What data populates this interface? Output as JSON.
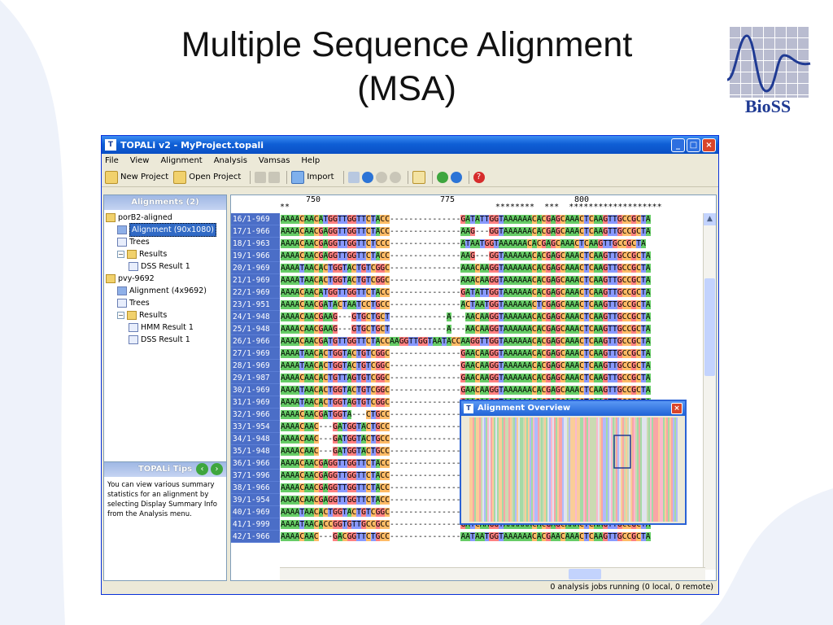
{
  "slide": {
    "title_line1": "Multiple Sequence Alignment",
    "title_line2": "(MSA)",
    "logo_text": "BioSS"
  },
  "window": {
    "title": "TOPALi v2 - MyProject.topali",
    "app_icon": "T"
  },
  "menu": [
    "File",
    "View",
    "Alignment",
    "Analysis",
    "Vamsas",
    "Help"
  ],
  "toolbar": {
    "new_project": "New Project",
    "open_project": "Open Project",
    "import": "Import"
  },
  "left_panel": {
    "header": "Alignments (2)",
    "tree": [
      {
        "label": "porB2-aligned",
        "icon": "folder-icon",
        "indent": 0
      },
      {
        "label": "Alignment (90x1080)",
        "icon": "table-icon",
        "indent": 1,
        "selected": true
      },
      {
        "label": "Trees",
        "icon": "tree-icon",
        "indent": 1
      },
      {
        "label": "Results",
        "icon": "folder-icon",
        "indent": 1,
        "expander": "−"
      },
      {
        "label": "DSS Result 1",
        "icon": "graph-icon",
        "indent": 2
      },
      {
        "label": "pvy-9692",
        "icon": "folder-icon",
        "indent": 0
      },
      {
        "label": "Alignment (4x9692)",
        "icon": "table-icon",
        "indent": 1
      },
      {
        "label": "Trees",
        "icon": "tree-icon",
        "indent": 1
      },
      {
        "label": "Results",
        "icon": "folder-icon",
        "indent": 1,
        "expander": "−"
      },
      {
        "label": "HMM Result 1",
        "icon": "graph-icon",
        "indent": 2
      },
      {
        "label": "DSS Result 1",
        "icon": "graph-icon",
        "indent": 2
      }
    ]
  },
  "tips_panel": {
    "header": "TOPALi Tips",
    "text": "You can view various summary statistics for an alignment by selecting Display Summary Info from the Analysis menu."
  },
  "ruler": {
    "ticks": [
      "750",
      "775",
      "800"
    ],
    "conservation": "**                                          ********  ***  *******************"
  },
  "sequences": [
    {
      "name": "16/1-969",
      "seq": "AAAACAACATGGTTGGTTCTACC---------------GATATTGGTAAAAAACACGAGCAAACTCAAGTTGCCGCTA"
    },
    {
      "name": "17/1-966",
      "seq": "AAAACAACGAGGTTGGTTCTACC---------------AAG---GGTAAAAAACACGAGCAAACTCAAGTTGCCGCTA"
    },
    {
      "name": "18/1-963",
      "seq": "AAAACAACGAGGTTGGTTCTCCC---------------ATAATGGTAAAAAACACGAGCAAACTCAAGTTGCCGCTA"
    },
    {
      "name": "19/1-966",
      "seq": "AAAACAACGAGGTTGGTTCTACC---------------AAG---GGTAAAAAACACGAGCAAACTCAAGTTGCCGCTA"
    },
    {
      "name": "20/1-969",
      "seq": "AAAATAACACTGGTACTGTCGGC---------------AAACAAGGTAAAAAACACGAGCAAACTCAAGTTGCCGCTA"
    },
    {
      "name": "21/1-969",
      "seq": "AAAATAACACTGGTACTGTCGGC---------------AAACAAGGTAAAAAACACGAGCAAACTCAAGTTGCCGCTA"
    },
    {
      "name": "22/1-969",
      "seq": "AAAACAACATGGTTGGTTCTACC---------------GATATTGGTAAAAAACACGAGCAAACTCAAGTTGCCGCTA"
    },
    {
      "name": "23/1-951",
      "seq": "AAAACAACGATACTAATCCTGCC---------------ACTAATGGTAAAAAACTCGAGCAAACTCAAGTTGCCGCTA"
    },
    {
      "name": "24/1-948",
      "seq": "AAAACAACGAAG---GTGCTGCT------------A---AACAAGGTAAAAAACACGAGCAAACTCAAGTTGCCGCTA"
    },
    {
      "name": "25/1-948",
      "seq": "AAAACAACGAAG---GTGCTGCT------------A---AACAAGGTAAAAAACACGAGCAAACTCAAGTTGCCGCTA"
    },
    {
      "name": "26/1-966",
      "seq": "AAAACAACGATGTTGGTTCTACCAAGGTTGGTAATACCAAGGTTGGTAAAAAACACGAGCAAACTCAAGTTGCCGCTA"
    },
    {
      "name": "27/1-969",
      "seq": "AAAATAACACTGGTACTGTCGGC---------------GAACAAGGTAAAAAACACGAGCAAACTCAAGTTGCCGCTA"
    },
    {
      "name": "28/1-969",
      "seq": "AAAATAACACTGGTACTGTCGGC---------------GAACAAGGTAAAAAACACGAGCAAACTCAAGTTGCCGCTA"
    },
    {
      "name": "29/1-987",
      "seq": "AAAACAACACTGTTAGTGTCGGC---------------GAACAAGGTAAAAAACACGAGCAAACTCAAGTTGCCGCTA"
    },
    {
      "name": "30/1-969",
      "seq": "AAAATAACACTGGTACTGTCGGC---------------GAACAAGGTAAAAAACACGAGCAAACTCAAGTTGCCGCTA"
    },
    {
      "name": "31/1-969",
      "seq": "AAAATAACACTGGTAGTGTCGGC---------------GAACAAGGTAAAAAACACGAGCAAACTCAAGTTGCCGCTA"
    },
    {
      "name": "32/1-966",
      "seq": "AAAACAACGATGGTA---CTGCC---------------AATAATGGTAAAAAACACGAGCAAACTCAAGTTGCCGCTA"
    },
    {
      "name": "33/1-954",
      "seq": "AAAACAAC---GATGGTACTGCC---------------AATAATGGTAAAAAACACGAGCAAACTCAAGTTGCCGCTA"
    },
    {
      "name": "34/1-948",
      "seq": "AAAACAAC---GATGGTACTGCC---------------AATAATGGTAAAAAACACGAGCAAACTCAAGTTGCCGCTA"
    },
    {
      "name": "35/1-948",
      "seq": "AAAACAAC---GATGGTACTGCC---------------AATAATGGTAAAAAACACGAGCAAACTCAAGTTGCCGCTA"
    },
    {
      "name": "36/1-966",
      "seq": "AAAACAACGAGGTTGGTTCTACC---------------AATAATGGTAAAAAACACGAGCAAACTCAAGTTGCCGCTA"
    },
    {
      "name": "37/1-996",
      "seq": "AAAACAACGAGGTTGGTTCTACC---------------AATAATGGTAAAAAACACGAGCAAACTCAAGTTGCCGCTA"
    },
    {
      "name": "38/1-966",
      "seq": "AAAACAACGAGGTTGGTTCTACC---------------AATAATGGTAAAAAACACGAGCAAACTCAAGTTGCCGCTA"
    },
    {
      "name": "39/1-954",
      "seq": "AAAACAACGAGGTTGGTTCTACC---------------AATAATGGTAAAAAACACGAGCAAACTCAAGTTGCCGCTA"
    },
    {
      "name": "40/1-969",
      "seq": "AAAATAACACTGGTACTGTCGGC---------------GAACAAGGTAAAAAACACGAGCAAACTCAAGTTGCCGCTA"
    },
    {
      "name": "41/1-999",
      "seq": "AAAATAACACCGGTGTTGCCGCC---------------GATCAAGGTAAAAAACACGAGCAAACTCAAGTTGCCGCTA"
    },
    {
      "name": "42/1-966",
      "seq": "AAAACAAC---GACGGTTCTGCC---------------AATAATGGTAAAAAACACGAACAAACTCAAGTTGCCGCTA"
    }
  ],
  "nucleotide_colors": {
    "A": "#66cc66",
    "C": "#ffbb66",
    "G": "#ff8080",
    "T": "#8899ff",
    "-": "#ffffff"
  },
  "overview": {
    "title": "Alignment Overview",
    "close": "×"
  },
  "status": "0 analysis jobs running (0 local, 0 remote)"
}
